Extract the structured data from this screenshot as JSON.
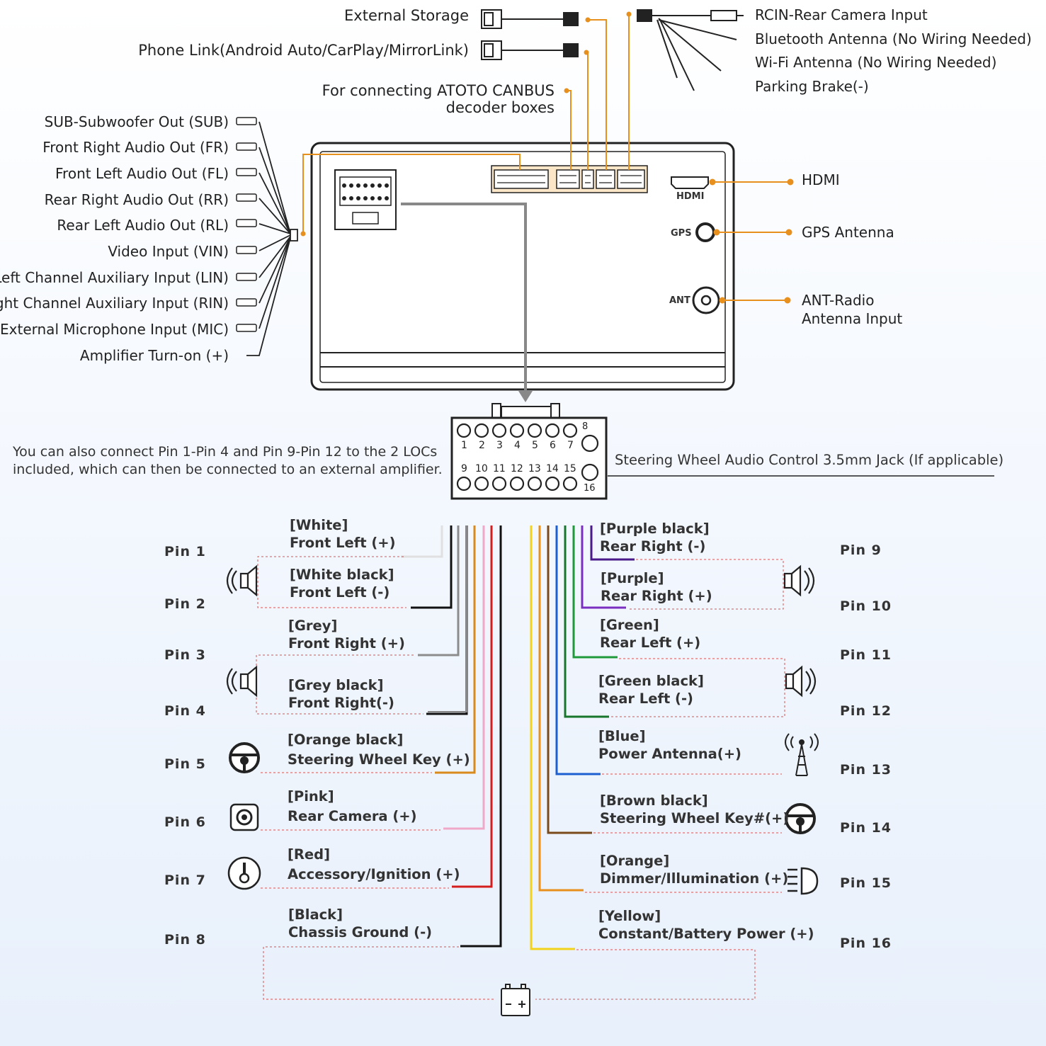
{
  "top": {
    "external_storage": "External Storage",
    "phone_link": "Phone Link(Android Auto/CarPlay/MirrorLink)",
    "canbus_line1": "For connecting ATOTO CANBUS",
    "canbus_line2": "decoder boxes",
    "rcin": "RCIN-Rear Camera Input",
    "bt": "Bluetooth Antenna (No Wiring Needed)",
    "wifi": "Wi-Fi Antenna (No Wiring Needed)",
    "parking": "Parking Brake(-)"
  },
  "left_outputs": [
    "SUB-Subwoofer Out (SUB)",
    "Front Right Audio Out (FR)",
    "Front Left Audio Out (FL)",
    "Rear Right Audio Out (RR)",
    "Rear Left Audio Out (RL)",
    "Video Input (VIN)",
    "Left Channel Auxiliary Input (LIN)",
    "Right Channel Auxiliary Input (RIN)",
    "External Microphone Input (MIC)",
    "Amplifier Turn-on (+)"
  ],
  "right_ports": {
    "hdmi": "HDMI",
    "hdmi_small": "HDMI",
    "gps": "GPS Antenna",
    "gps_small": "GPS",
    "ant_line1": "ANT-Radio",
    "ant_line2": "Antenna Input",
    "ant_small": "ANT"
  },
  "connector": {
    "top_numbers": [
      "1",
      "2",
      "3",
      "4",
      "5",
      "6",
      "7"
    ],
    "top_end": "8",
    "bottom_numbers": [
      "9",
      "10",
      "11",
      "12",
      "13",
      "14",
      "15"
    ],
    "bottom_end": "16"
  },
  "note_line1": "You can also connect Pin 1-Pin 4 and Pin 9-Pin 12 to the 2 LOCs",
  "note_line2": "included, which can then be connected to an external amplifier.",
  "steering_jack": "Steering Wheel Audio Control 3.5mm Jack (If applicable)",
  "pins_left": [
    {
      "pin": "Pin 1",
      "color_name": "[White]",
      "function": "Front Left (+)",
      "wire": "#e6e6e6"
    },
    {
      "pin": "Pin 2",
      "color_name": "[White black]",
      "function": "Front Left (-)",
      "wire": "#111111"
    },
    {
      "pin": "Pin 3",
      "color_name": "[Grey]",
      "function": "Front Right (+)",
      "wire": "#8c8c8c"
    },
    {
      "pin": "Pin 4",
      "color_name": "[Grey black]",
      "function": "Front Right(-)",
      "wire": "#777777"
    },
    {
      "pin": "Pin 5",
      "color_name": "[Orange black]",
      "function": "Steering Wheel Key (+)",
      "wire": "#d98a1c"
    },
    {
      "pin": "Pin 6",
      "color_name": "[Pink]",
      "function": "Rear Camera (+)",
      "wire": "#f0a8c8"
    },
    {
      "pin": "Pin 7",
      "color_name": "[Red]",
      "function": "Accessory/Ignition (+)",
      "wire": "#d41e1e"
    },
    {
      "pin": "Pin 8",
      "color_name": "[Black]",
      "function": "Chassis Ground (-)",
      "wire": "#111111"
    }
  ],
  "pins_right": [
    {
      "pin": "Pin 9",
      "color_name": "[Purple black]",
      "function": "Rear Right (-)",
      "wire": "#4a1a8a"
    },
    {
      "pin": "Pin 10",
      "color_name": "[Purple]",
      "function": "Rear Right (+)",
      "wire": "#7a2fc0"
    },
    {
      "pin": "Pin 11",
      "color_name": "[Green]",
      "function": "Rear Left (+)",
      "wire": "#1f9a3a"
    },
    {
      "pin": "Pin 12",
      "color_name": "[Green black]",
      "function": "Rear Left (-)",
      "wire": "#17752c"
    },
    {
      "pin": "Pin 13",
      "color_name": "[Blue]",
      "function": "Power Antenna(+)",
      "wire": "#1c5fd0"
    },
    {
      "pin": "Pin 14",
      "color_name": "[Brown black]",
      "function": "Steering Wheel Key#(+)",
      "wire": "#7a4a1a"
    },
    {
      "pin": "Pin 15",
      "color_name": "[Orange]",
      "function": "Dimmer/Illumination (+)",
      "wire": "#e8901e"
    },
    {
      "pin": "Pin 16",
      "color_name": "[Yellow]",
      "function": "Constant/Battery Power (+)",
      "wire": "#f2d21b"
    }
  ],
  "colors": {
    "accent_orange": "#e8901e",
    "line_dark": "#222222",
    "grey_arrow": "#888888",
    "dashed_red": "#d9534f"
  }
}
